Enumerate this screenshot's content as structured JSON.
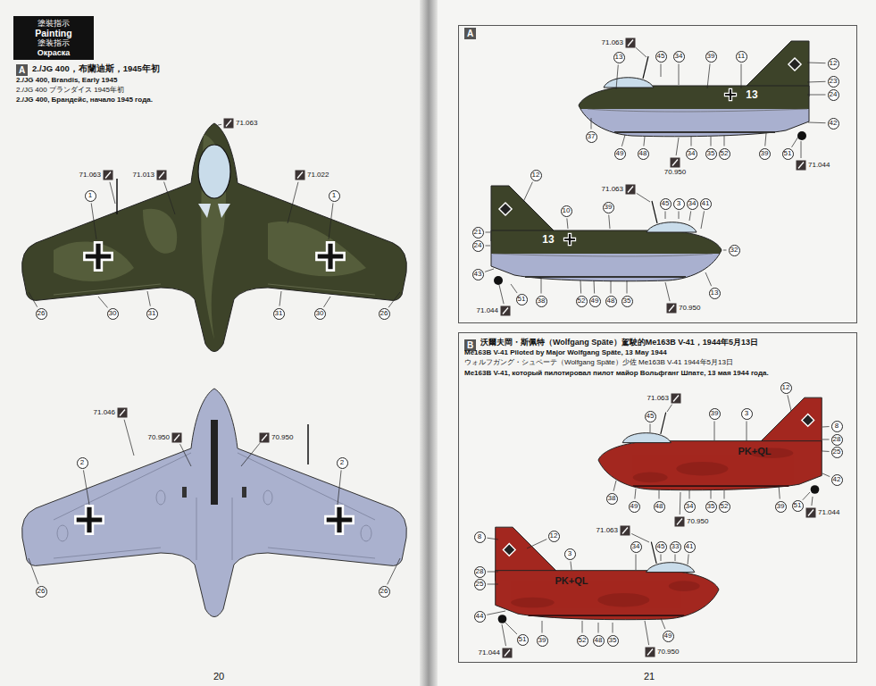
{
  "diagram": {
    "nodes": [
      {
        "text": [
          "塗裝指示",
          "Painting",
          "塗装指示",
          "Окраска"
        ]
      },
      {
        "text": [
          "A"
        ]
      },
      {
        "text": [
          "A"
        ]
      },
      {
        "text": [
          "B",
          "沃爾夫岡・斯佩特（Wolfgang Späte）駕駛的Me163B V-41，1944年5月13日",
          "Me163B V-41 Piloted by Major Wolfgang Späte, 13 May 1944",
          "ウォルフガング・シュペーテ（Wolfgang Späte）少佐 Me163B V-41 1944年5月13日",
          "Me163B V-41, который пилотировал пилот майор Вольфганг Шпате, 13 мая 1944 года."
        ]
      }
    ],
    "labels": [
      "2./JG 400，布蘭迪斯，1945年初",
      "2./JG 400, Brandis, Early 1945",
      "2./JG 400 ブランダイス 1945年初",
      "2./JG 400, Брандейс, начало 1945 года.",
      "71.063",
      "71.063",
      "71.013",
      "71.022",
      "1",
      "1",
      "26",
      "30",
      "31",
      "31",
      "30",
      "26",
      "71.046",
      "70.950",
      "70.950",
      "2",
      "2",
      "26",
      "26",
      "20",
      "71.063",
      "13",
      "45",
      "34",
      "39",
      "11",
      "12",
      "23",
      "24",
      "37",
      "42",
      "49",
      "48",
      "34",
      "35",
      "52",
      "39",
      "51",
      "70.950",
      "71.044",
      "13",
      "12",
      "21",
      "24",
      "43",
      "10",
      "71.063",
      "39",
      "45",
      "3",
      "34",
      "41",
      "32",
      "13",
      "51",
      "38",
      "52",
      "49",
      "48",
      "35",
      "70.950",
      "71.044",
      "13",
      "71.063",
      "45",
      "39",
      "3",
      "12",
      "8",
      "28",
      "25",
      "42",
      "38",
      "49",
      "48",
      "34",
      "35",
      "52",
      "39",
      "51",
      "70.950",
      "71.044",
      "PK+QL",
      "8",
      "12",
      "71.063",
      "3",
      "34",
      "45",
      "33",
      "41",
      "28",
      "25",
      "44",
      "51",
      "39",
      "52",
      "48",
      "35",
      "49",
      "70.950",
      "71.044",
      "PK+QL",
      "21"
    ]
  }
}
